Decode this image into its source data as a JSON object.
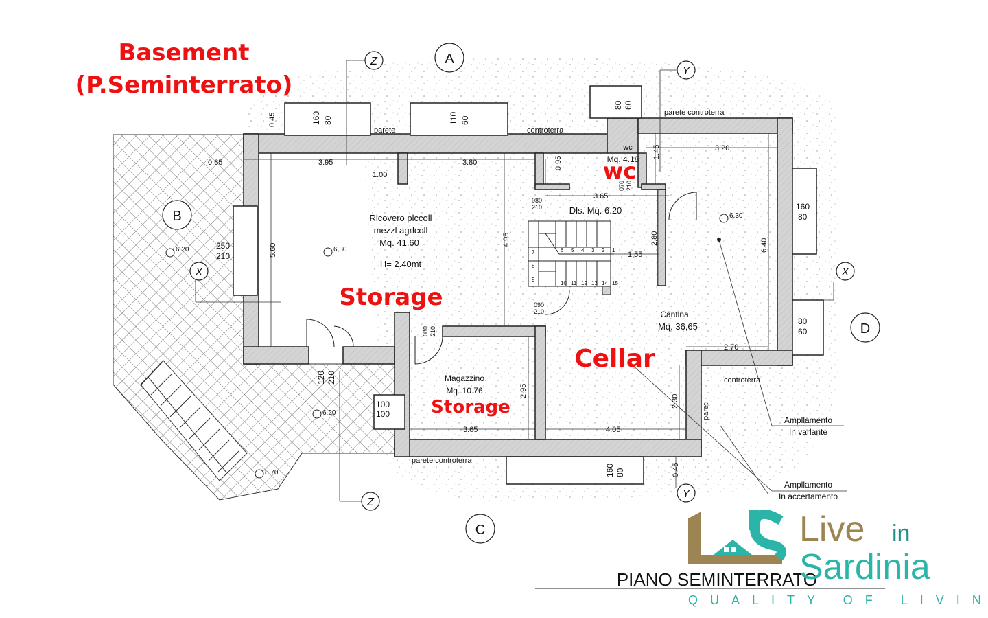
{
  "headline": {
    "line1": "Basement",
    "line2": "(P.Seminterrato)"
  },
  "overlay_labels": {
    "wc": "wc",
    "storage_main": "Storage",
    "storage_small": "Storage",
    "cellar": "Cellar"
  },
  "rooms": {
    "ricovero": {
      "line1": "Rlcovero plccoll",
      "line2": "mezzl agrlcoll",
      "area": "Mq. 41.60",
      "height": "H= 2.40mt"
    },
    "wc": {
      "name": "wc",
      "area": "Mq. 4.18"
    },
    "disimpegno": {
      "area": "Dls. Mq. 6.20"
    },
    "cantina": {
      "name": "Cantlna",
      "area": "Mq. 36,65"
    },
    "magazzino": {
      "name": "Magazzino",
      "area": "Mq. 10.76"
    }
  },
  "dimensions": {
    "d045top": "0.45",
    "d065": "0.65",
    "d395": "3.95",
    "d100": "1.00",
    "d380": "3.80",
    "d095": "0.95",
    "d145": "1.45",
    "d320": "3.20",
    "d365a": "3.65",
    "d560": "5.60",
    "d495": "4.95",
    "d280": "2.80",
    "d155": "1.55",
    "d640": "6.40",
    "d270": "2.70",
    "d295": "2.95",
    "d230": "2.30",
    "d365b": "3.65",
    "d405": "4.05",
    "d045bot": "0.45"
  },
  "openings": {
    "w1": {
      "w": "160",
      "h": "80"
    },
    "w2": {
      "w": "110",
      "h": "60"
    },
    "w3": {
      "w": "80",
      "h": "60"
    },
    "w4": {
      "w": "160",
      "h": "80"
    },
    "w5": {
      "w": "80",
      "h": "60"
    },
    "w6": {
      "w": "160",
      "h": "80"
    },
    "w7": {
      "w": "100",
      "h": "100"
    },
    "door_main": {
      "w": "250",
      "h": "210"
    },
    "door_entry": {
      "w": "120",
      "h": "210"
    },
    "door_wc": {
      "w": "070",
      "h": "210"
    },
    "door_dis": {
      "w": "080",
      "h": "210"
    },
    "door_stair": {
      "w": "090",
      "h": "210"
    },
    "door_mag": {
      "w": "080",
      "h": "210"
    }
  },
  "wall_notes": {
    "parete1": "parete",
    "controterra1": "controterra",
    "parete_ct": "parete  controterra",
    "controterra2": "controterra",
    "parete_ct_bottom": "parete  controterra",
    "pareti": "pareti"
  },
  "levels": {
    "l1": "6.20",
    "l2": "6,30",
    "l3": "6,30",
    "l4": "6.20",
    "l5": "8.70"
  },
  "stairs": {
    "top_steps": [
      "6",
      "5",
      "4",
      "3",
      "2",
      "1"
    ],
    "bottom_steps": [
      "10",
      "11",
      "12",
      "13",
      "14",
      "15"
    ],
    "side_steps": [
      "7",
      "8",
      "9"
    ]
  },
  "axes": {
    "a": "A",
    "b": "B",
    "c": "C",
    "d": "D",
    "z": "Z",
    "y": "Y",
    "x": "X"
  },
  "notes": {
    "variante1": "Ampllamento",
    "variante2": "In varlante",
    "accert1": "Ampllamento",
    "accert2": "In accertamento"
  },
  "footer": {
    "title": "PIANO SEMINTERRATO"
  },
  "logo": {
    "live": "Live",
    "in": "in",
    "sardinia": "Sardinia",
    "tagline": "QUALITY OF LIVING"
  },
  "colors": {
    "wall_fill": "#d4d4d4",
    "red_label": "#ee1111",
    "logo_teal": "#2bb5a8",
    "logo_gold": "#9c8552"
  }
}
